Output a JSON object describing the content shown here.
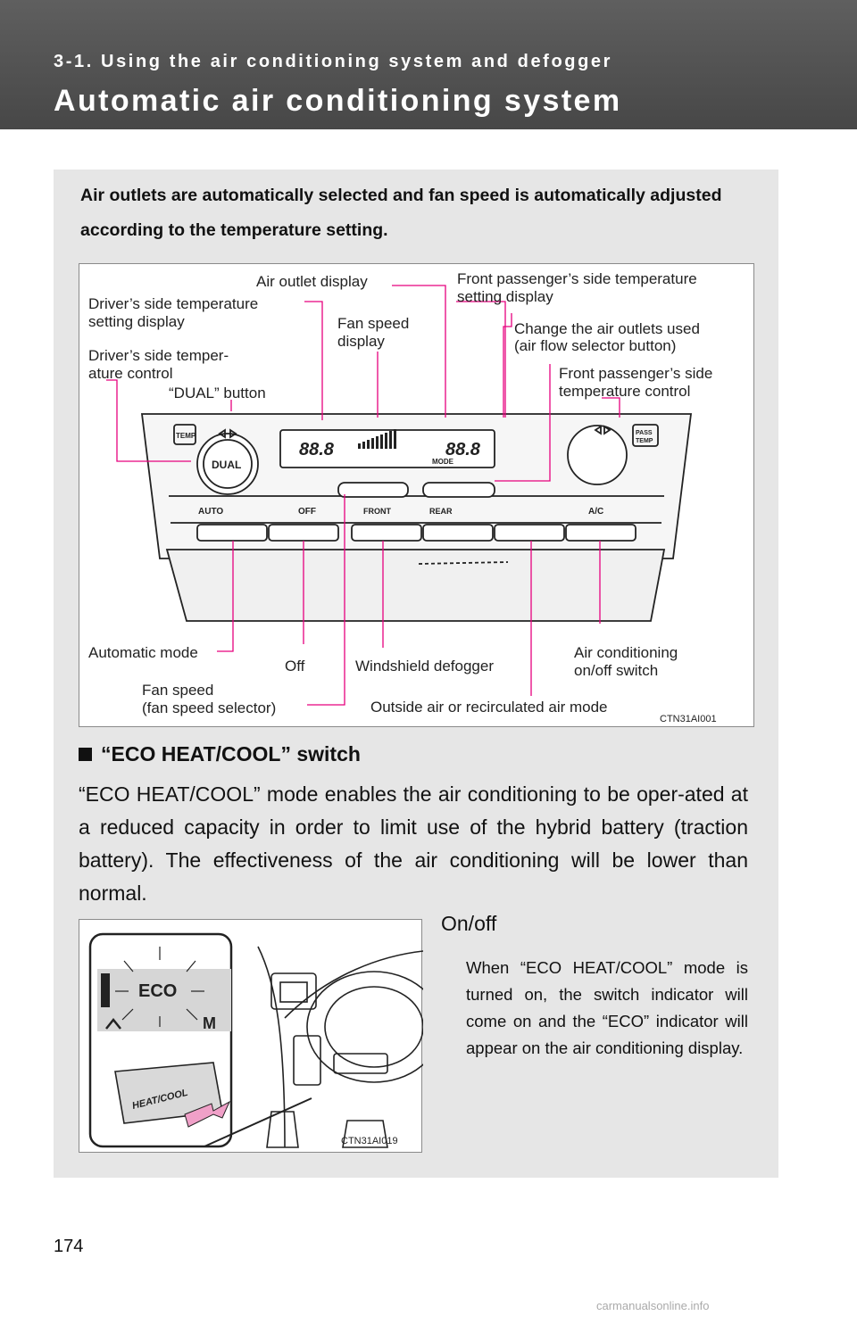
{
  "header": {
    "section": "3-1. Using the air conditioning system and defogger",
    "title": "Automatic air conditioning system"
  },
  "intro": "Air outlets are automatically selected and fan speed is automatically adjusted according to the temperature setting.",
  "figure1": {
    "labels": {
      "air_outlet_display": "Air outlet display",
      "front_pass_temp_display_1": "Front passenger’s side temperature",
      "front_pass_temp_display_2": "setting display",
      "driver_temp_display_1": "Driver’s  side  temperature",
      "driver_temp_display_2": "setting display",
      "fan_speed_display_1": "Fan speed",
      "fan_speed_display_2": "display",
      "change_outlets_1": "Change the air outlets used",
      "change_outlets_2": "(air flow selector button)",
      "driver_temp_control_1": "Driver’s  side  temper-",
      "driver_temp_control_2": "ature control",
      "front_pass_temp_control_1": "Front passenger’s side",
      "front_pass_temp_control_2": "temperature control",
      "dual_button": "“DUAL” button",
      "automatic_mode": "Automatic mode",
      "off": "Off",
      "windshield_defogger": "Windshield defogger",
      "ac_switch_1": "Air conditioning",
      "ac_switch_2": "on/off switch",
      "fan_speed_selector_1": "Fan speed",
      "fan_speed_selector_2": "(fan speed selector)",
      "outside_recirc": "Outside air or recirculated air mode"
    },
    "panel_text": {
      "temp": "TEMP",
      "dual": "DUAL",
      "digits": "88.8",
      "mode": "MODE",
      "pass": "PASS",
      "temp2": "TEMP",
      "auto": "AUTO",
      "off": "OFF",
      "front": "FRONT",
      "rear": "REAR",
      "ac": "A/C"
    },
    "code": "CTN31AI001"
  },
  "section": {
    "heading": "“ECO HEAT/COOL” switch",
    "body": "“ECO HEAT/COOL” mode enables the air conditioning to be oper-ated at a reduced capacity in order to limit use of the hybrid battery (traction battery). The effectiveness of the air conditioning will be lower than normal."
  },
  "figure2": {
    "eco": "ECO",
    "m": "M",
    "switch_text": "HEAT/COOL",
    "code": "CTN31AI019"
  },
  "onoff": {
    "title": "On/off",
    "desc": "When “ECO HEAT/COOL” mode is turned on, the switch indicator will come on and the “ECO” indicator will appear on the air conditioning display."
  },
  "page_number": "174",
  "watermark": "carmanualsonline.info",
  "colors": {
    "callout": "#e6007e",
    "header_bg": "#555555",
    "panel_bg": "#e6e6e6"
  }
}
